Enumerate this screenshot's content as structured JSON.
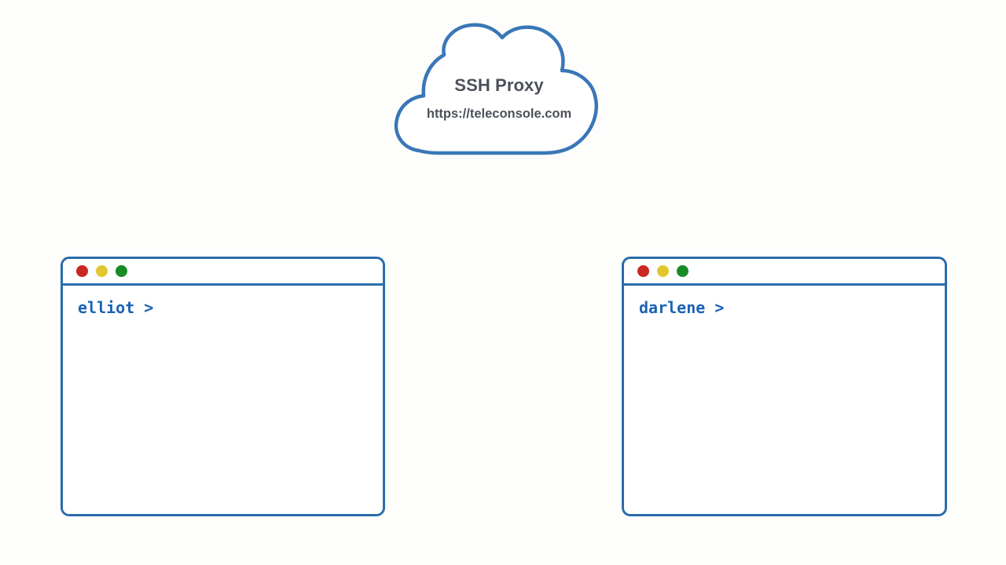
{
  "page": {
    "background_color": "#fdfdfb",
    "accent_color": "#2a6cab",
    "text_color": "#4c515a",
    "prompt_color": "#1a62b5"
  },
  "cloud": {
    "icon": "cloud-shape",
    "title": "SSH Proxy",
    "url": "https://teleconsole.com",
    "outline_color": "#3a76b8"
  },
  "terminals": [
    {
      "id": "left",
      "window_name": "terminal-window-elliot",
      "prompt": "elliot >",
      "user": "elliot",
      "buttons": [
        {
          "name": "close-button",
          "color": "#c9271f"
        },
        {
          "name": "minimize-button",
          "color": "#e3c62f"
        },
        {
          "name": "maximize-button",
          "color": "#168b26"
        }
      ]
    },
    {
      "id": "right",
      "window_name": "terminal-window-darlene",
      "prompt": "darlene >",
      "user": "darlene",
      "buttons": [
        {
          "name": "close-button",
          "color": "#c9271f"
        },
        {
          "name": "minimize-button",
          "color": "#e3c62f"
        },
        {
          "name": "maximize-button",
          "color": "#168b26"
        }
      ]
    }
  ]
}
